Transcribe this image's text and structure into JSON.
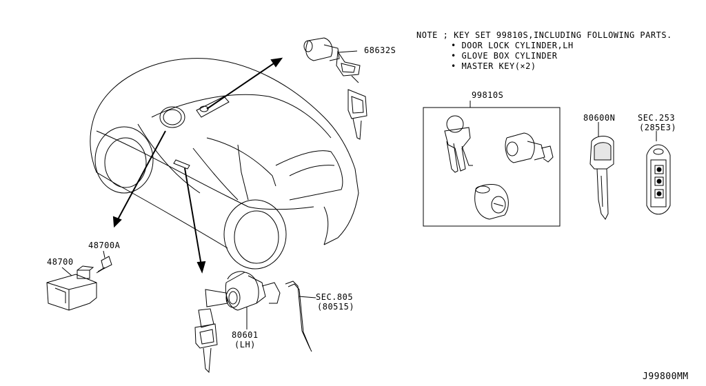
{
  "note": {
    "line1": "NOTE ; KEY SET 99810S,INCLUDING FOLLOWING PARTS.",
    "items": [
      "• DOOR LOCK CYLINDER,LH",
      "• GLOVE BOX CYLINDER",
      "• MASTER KEY(×2)"
    ]
  },
  "parts": {
    "p68632S": "68632S",
    "p99810S": "99810S",
    "p80600N": "80600N",
    "sec253": "SEC.253",
    "sec253_sub": "(285E3)",
    "p48700A": "48700A",
    "p48700": "48700",
    "sec805": "SEC.805",
    "sec805_sub": "(80515)",
    "p80601": "80601",
    "p80601_sub": "(LH)"
  },
  "diagram_id": "J99800MM"
}
